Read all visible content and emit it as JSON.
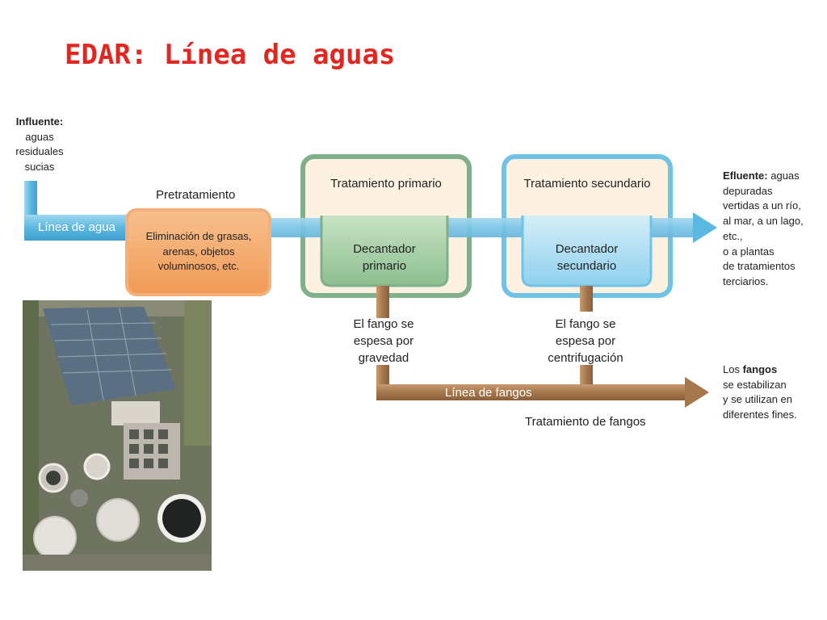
{
  "title": "EDAR: Línea de aguas",
  "influent": {
    "label": "Influente:",
    "lines": [
      "aguas",
      "residuales",
      "sucias"
    ]
  },
  "water_line_label": "Línea de agua",
  "pretreatment": {
    "heading": "Pretratamiento",
    "box_lines": [
      "Eliminación de grasas,",
      "arenas, objetos",
      "voluminosos, etc."
    ]
  },
  "primary": {
    "heading": "Tratamiento primario",
    "tank_lines": [
      "Decantador",
      "primario"
    ],
    "sludge_lines": [
      "El fango se",
      "espesa por",
      "gravedad"
    ]
  },
  "secondary": {
    "heading": "Tratamiento secundario",
    "tank_lines": [
      "Decantador",
      "secundario"
    ],
    "sludge_lines": [
      "El fango se",
      "espesa por",
      "centrifugación"
    ]
  },
  "effluent": {
    "label": "Efluente:",
    "first_rest": " aguas",
    "lines": [
      "depuradas",
      "vertidas a un río,",
      "al mar, a un lago,",
      "etc.,",
      "o a plantas",
      "de tratamientos",
      "terciarios."
    ]
  },
  "sludge_line_label": "Línea de fangos",
  "sludge_treatment": "Tratamiento de fangos",
  "sludge_note": {
    "first": "Los ",
    "bold": "fangos",
    "lines": [
      "se estabilizan",
      "y se utilizan en",
      "diferentes fines."
    ]
  },
  "colors": {
    "title": "#e32620",
    "water": "#5bb8e0",
    "sludge": "#a5774d",
    "primary": "#7fb08a",
    "secondary": "#6ec3e6",
    "pretreat": "#f2a05e"
  }
}
